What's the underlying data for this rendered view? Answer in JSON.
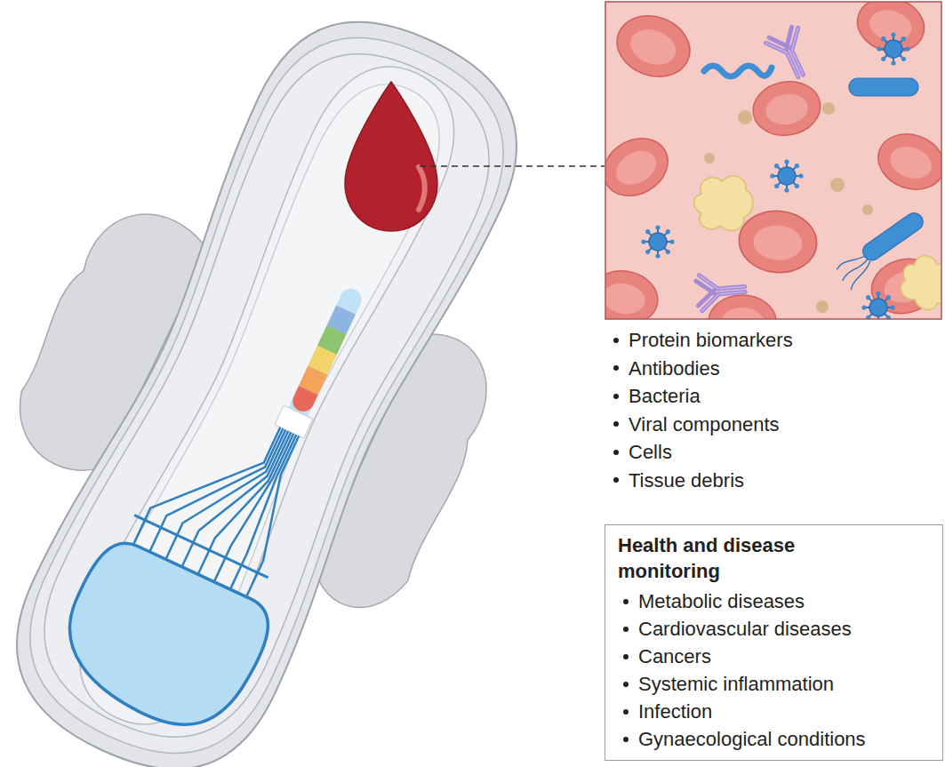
{
  "diagram": {
    "nodes": [
      {
        "text": [
          "Health and disease monitoring",
          "Metabolic diseases",
          "Cardiovascular diseases",
          "Cancers",
          "Systemic inflammation",
          "Infection",
          "Gynaecological conditions"
        ]
      }
    ],
    "labels": [
      "Protein biomarkers",
      "Antibodies",
      "Bacteria",
      "Viral components",
      "Cells",
      "Tissue debris"
    ]
  }
}
